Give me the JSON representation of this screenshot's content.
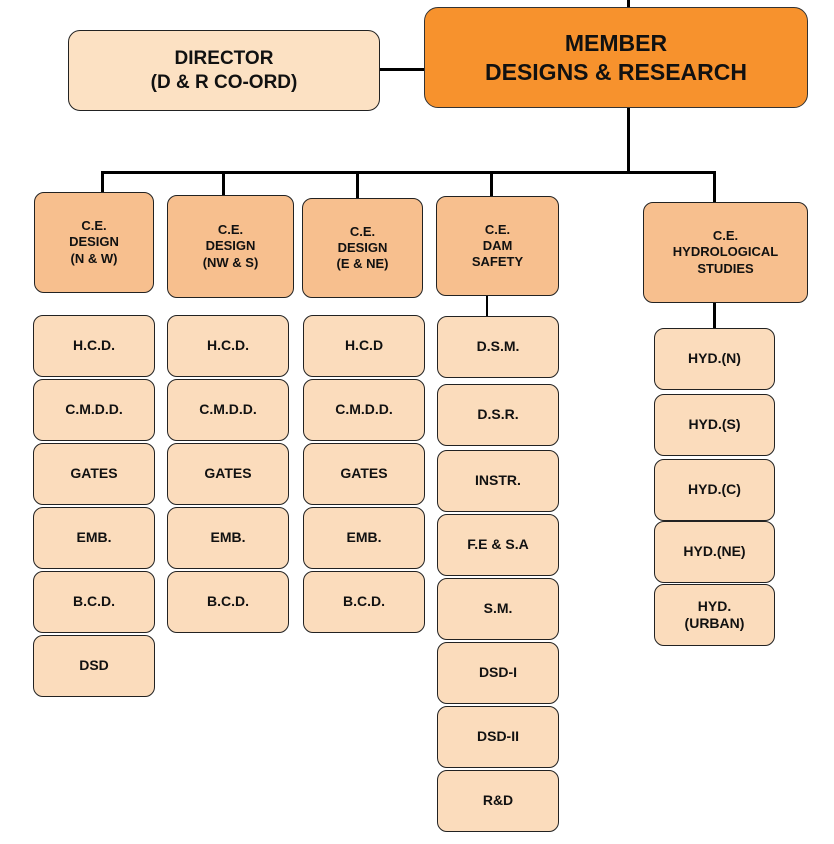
{
  "member": "MEMBER\nDESIGNS & RESEARCH",
  "director": "DIRECTOR\n(D & R CO-ORD)",
  "columns": [
    {
      "head": "C.E.\nDESIGN\n(N & W)",
      "items": [
        "H.C.D.",
        "C.M.D.D.",
        "GATES",
        "EMB.",
        "B.C.D.",
        "DSD"
      ]
    },
    {
      "head": "C.E.\nDESIGN\n(NW & S)",
      "items": [
        "H.C.D.",
        "C.M.D.D.",
        "GATES",
        "EMB.",
        "B.C.D."
      ]
    },
    {
      "head": "C.E.\nDESIGN\n(E & NE)",
      "items": [
        "H.C.D",
        "C.M.D.D.",
        "GATES",
        "EMB.",
        "B.C.D."
      ]
    },
    {
      "head": "C.E.\nDAM\nSAFETY",
      "items": [
        "D.S.M.",
        "D.S.R.",
        "INSTR.",
        "F.E & S.A",
        "S.M.",
        "DSD-I",
        "DSD-II",
        "R&D"
      ]
    },
    {
      "head": "C.E.\nHYDROLOGICAL\nSTUDIES",
      "items": [
        "HYD.(N)",
        "HYD.(S)",
        "HYD.(C)",
        "HYD.(NE)",
        "HYD.\n(URBAN)"
      ]
    }
  ],
  "colors": {
    "member": "#f7922d",
    "head": "#f7bf8e",
    "item": "#fbdcbc",
    "director": "#fce1c3"
  }
}
